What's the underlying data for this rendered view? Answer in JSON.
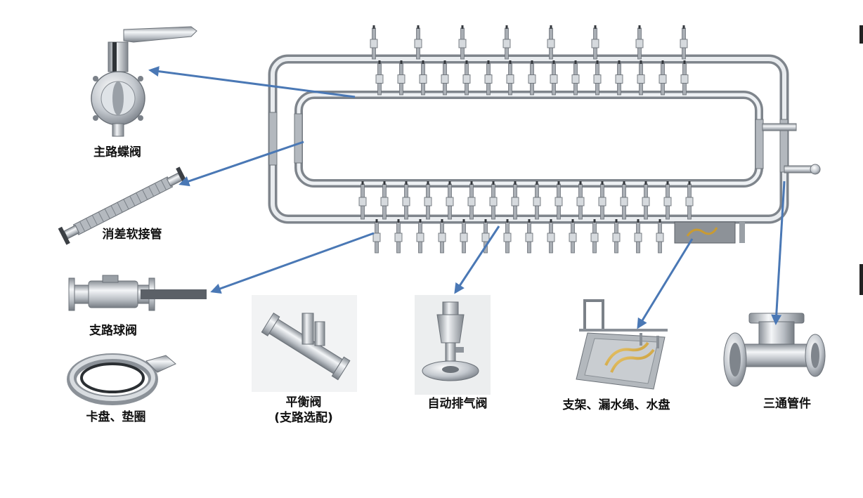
{
  "components": [
    {
      "id": "main-butterfly-valve",
      "label": "主路蝶阀"
    },
    {
      "id": "flexible-hose",
      "label": "消差软接管"
    },
    {
      "id": "branch-ball-valve",
      "label": "支路球阀"
    },
    {
      "id": "clamp-gasket",
      "label": "卡盘、垫圈"
    },
    {
      "id": "balance-valve",
      "label": "平衡阀",
      "label2": "(支路选配)"
    },
    {
      "id": "auto-vent-valve",
      "label": "自动排气阀"
    },
    {
      "id": "bracket-tray",
      "label": "支架、漏水绳、水盘"
    },
    {
      "id": "tee-fitting",
      "label": "三通管件"
    }
  ],
  "colors": {
    "arrow": "#4a78b5",
    "pipe_dark": "#8f959c",
    "pipe_light": "#eef1f4",
    "label": "#111111"
  }
}
